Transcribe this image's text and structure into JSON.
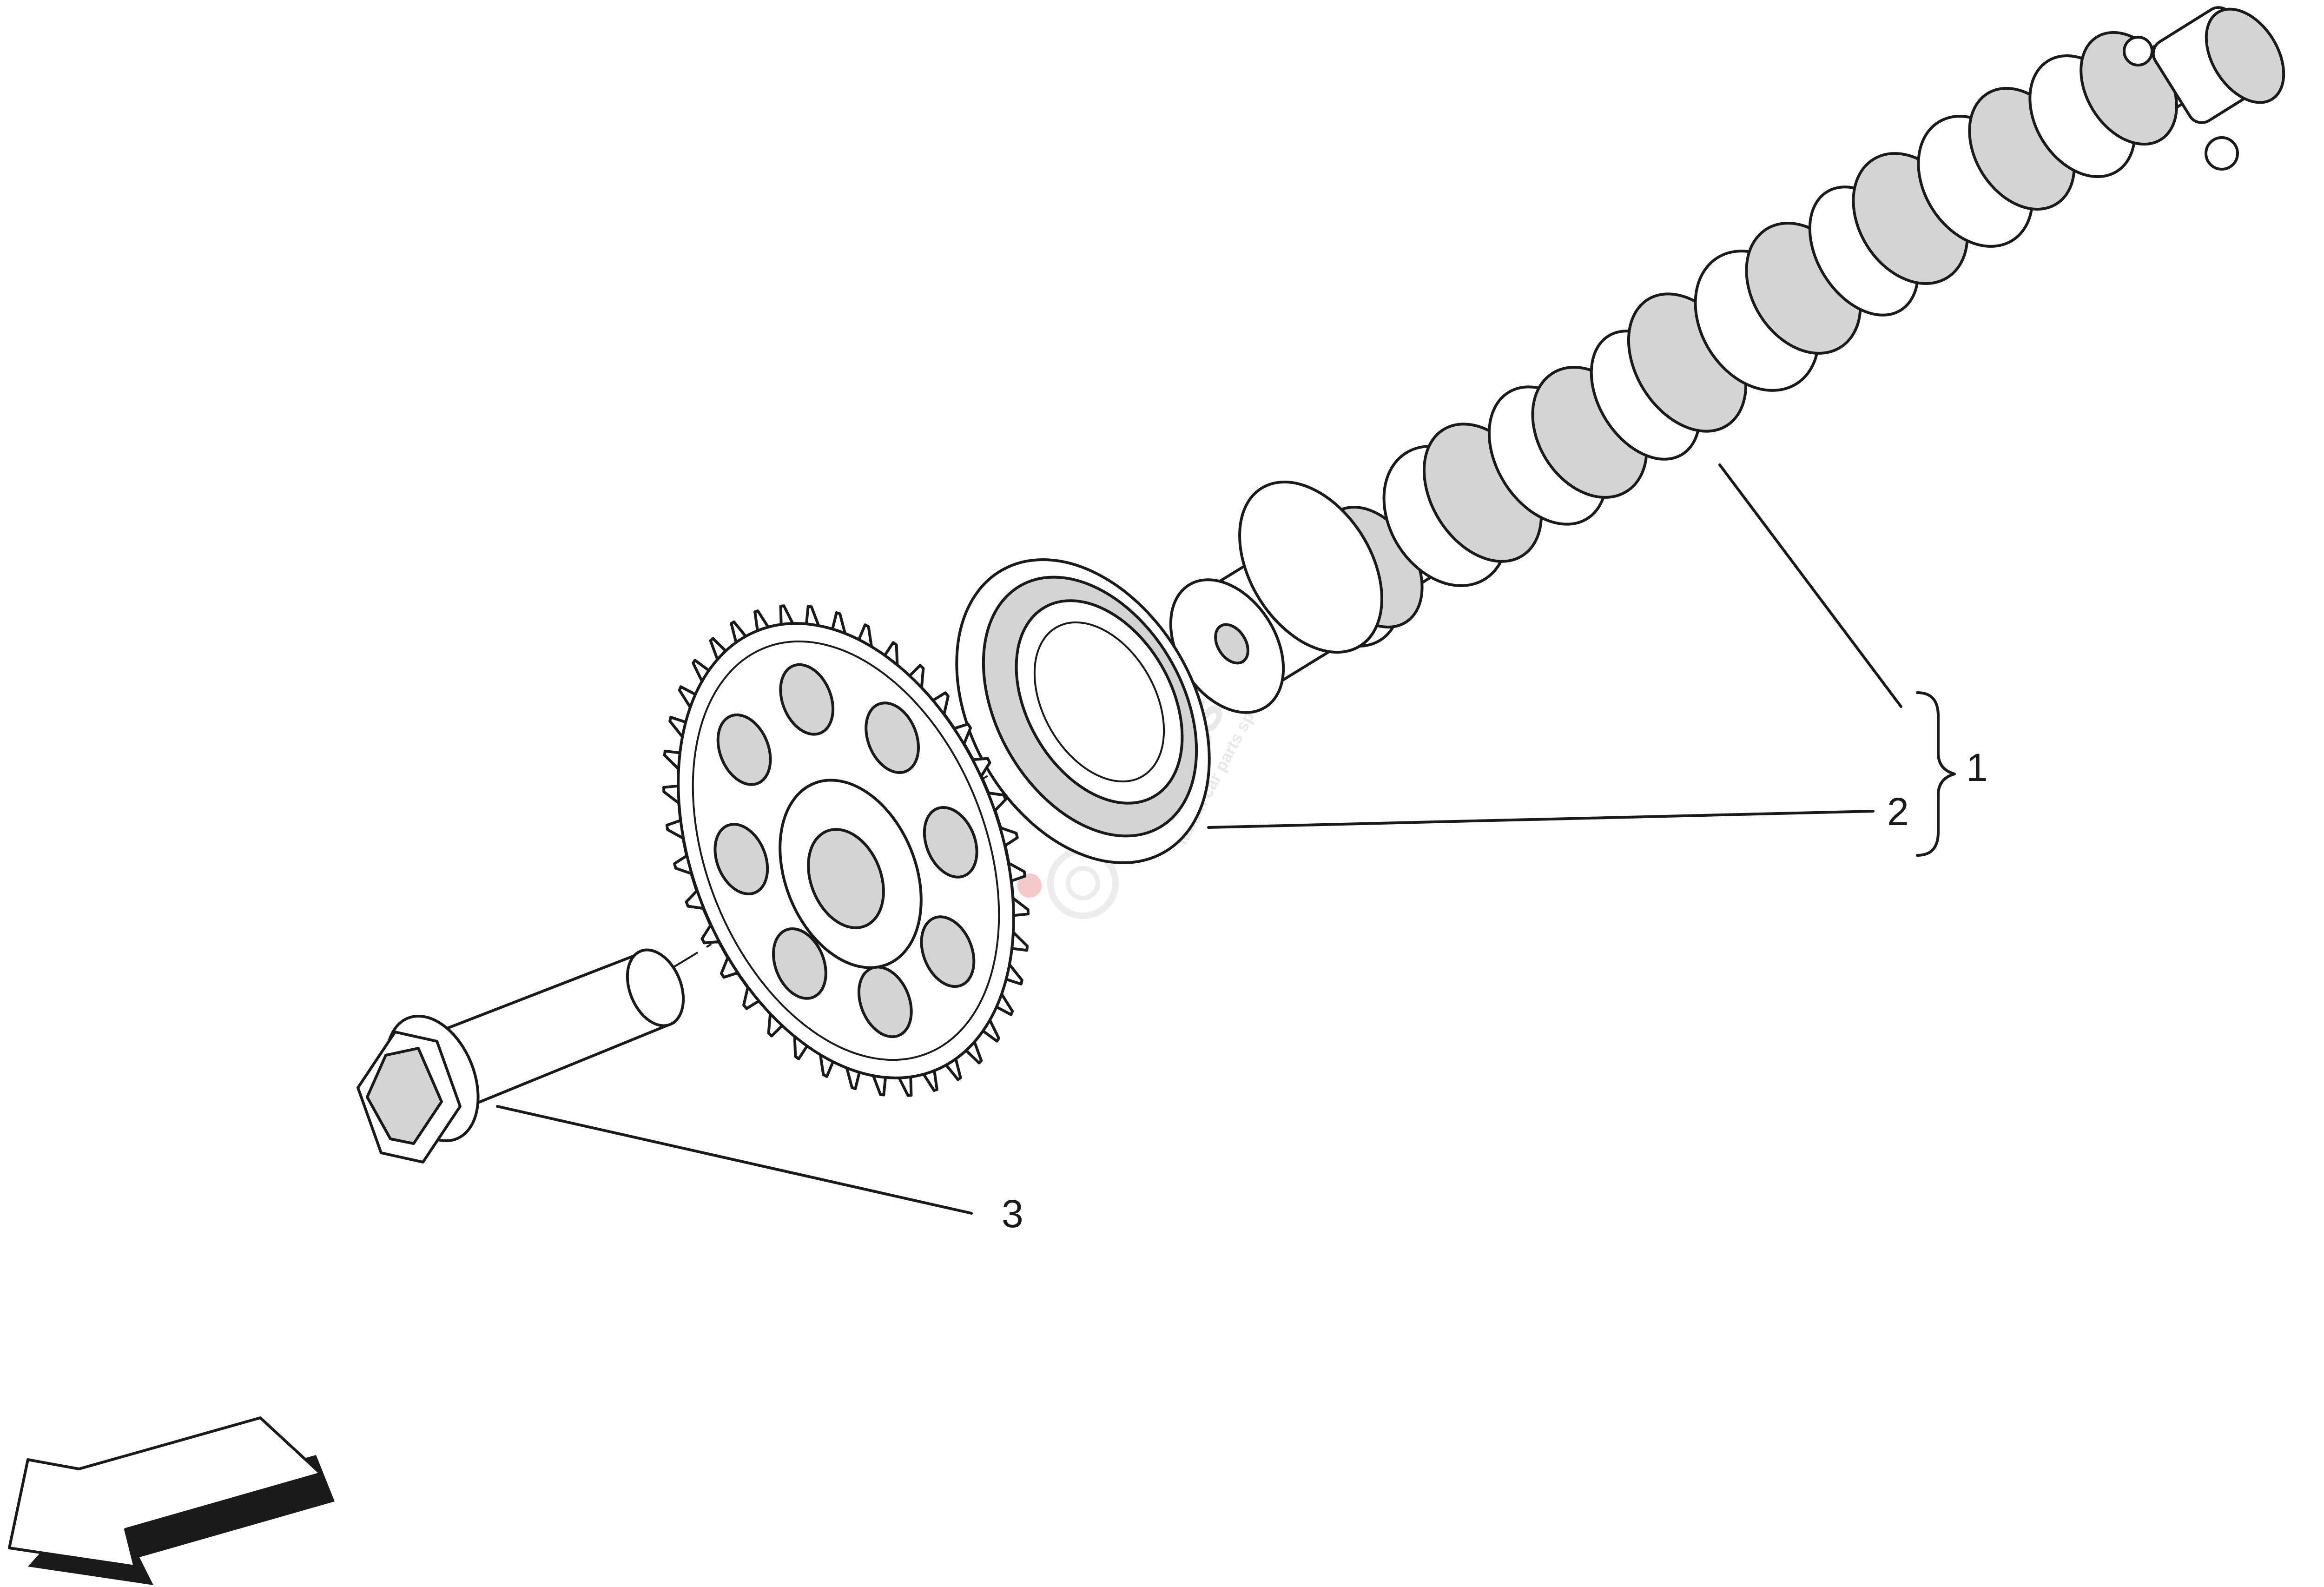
{
  "callouts": {
    "c1": "1",
    "c2": "2",
    "c3": "3"
  },
  "watermark": {
    "brand": "Sports",
    "tagline": "Italian car parts specialist"
  },
  "colors": {
    "line": "#1a1a1a",
    "shade": "#d4d4d4",
    "watermark_accent": "#e03a3a"
  },
  "icons": {
    "direction_arrow": "arrow-down-left-icon"
  }
}
